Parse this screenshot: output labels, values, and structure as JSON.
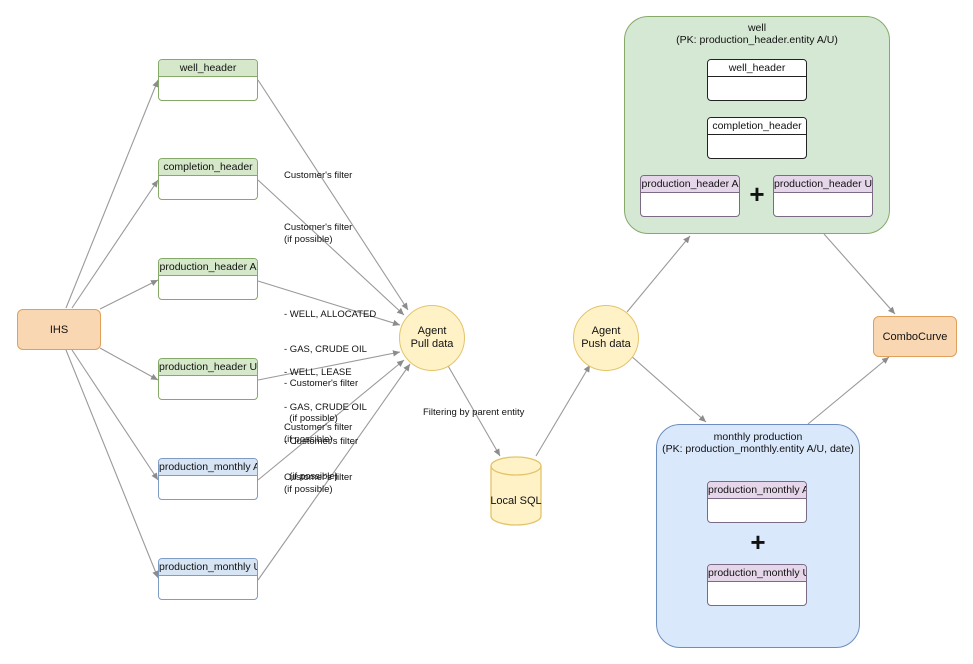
{
  "sources": {
    "ihs": "IHS",
    "combocurve": "ComboCurve"
  },
  "tables": {
    "well_header": "well_header",
    "completion_header": "completion_header",
    "production_header_a": "production_header A",
    "production_header_u": "production_header U",
    "production_monthly_a": "production_monthly A",
    "production_monthly_u": "production_monthly U"
  },
  "agents": {
    "pull": {
      "line1": "Agent",
      "line2": "Pull data"
    },
    "push": {
      "line1": "Agent",
      "line2": "Push data"
    }
  },
  "database": {
    "label": "Local SQL"
  },
  "edge_labels": {
    "well_header_filter": "Customer's filter",
    "completion_filter_1": "Customer's filter",
    "completion_filter_2": "(if possible)",
    "ph_a_1": "- WELL, ALLOCATED",
    "ph_a_2": "- GAS, CRUDE OIL",
    "ph_a_3": "- Customer's filter",
    "ph_a_4": "  (if possible)",
    "ph_u_1": "- WELL, LEASE",
    "ph_u_2": "- GAS, CRUDE OIL",
    "ph_u_3": "- Customer's filter",
    "ph_u_4": "  (if possible)",
    "pm_a_1": "Customer's filter",
    "pm_a_2": "(if possible)",
    "pm_u_1": "Customer's filter",
    "pm_u_2": "(if possible)",
    "filtering": "Filtering by parent entity"
  },
  "groups": {
    "well": {
      "title": "well",
      "subtitle": "(PK: production_header.entity A/U)",
      "tables": {
        "well_header": "well_header",
        "completion_header": "completion_header",
        "production_header_a": "production_header A",
        "production_header_u": "production_header U"
      },
      "plus": "+"
    },
    "monthly": {
      "title": "monthly production",
      "subtitle": "(PK: production_monthly.entity A/U, date)",
      "tables": {
        "production_monthly_a": "production_monthly A",
        "production_monthly_u": "production_monthly U"
      },
      "plus": "+"
    }
  },
  "colors": {
    "source_fill": "#f9d7b3",
    "green_group": "#d5e8d4",
    "blue_group": "#dae8fc",
    "agent_fill": "#fff2c7",
    "edge": "#8c8c8c"
  }
}
